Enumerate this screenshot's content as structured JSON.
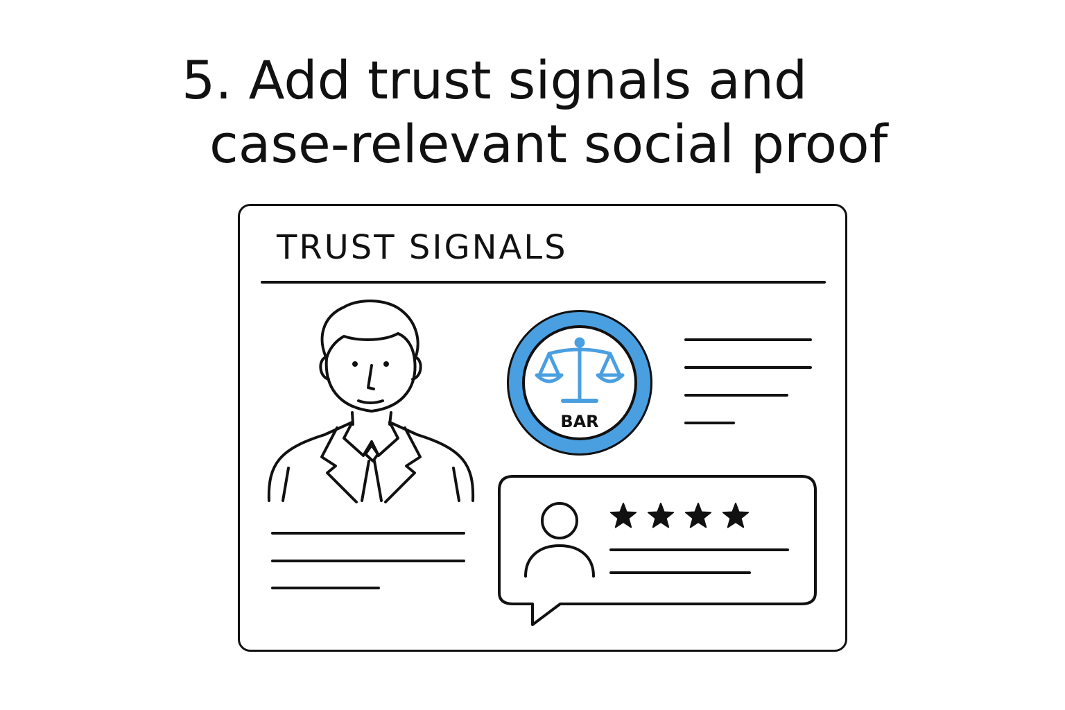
{
  "heading": {
    "line1": "5. Add trust signals and",
    "line2": "case-relevant social proof"
  },
  "card": {
    "title": "TRUST SIGNALS"
  },
  "badge": {
    "label": "BAR",
    "icon": "scales-of-justice-icon",
    "color": "#4a9fe0"
  },
  "review": {
    "rating": 4,
    "max_rating": 4,
    "icon": "user-avatar-icon"
  },
  "colors": {
    "ink": "#111111",
    "accent": "#4a9fe0"
  }
}
